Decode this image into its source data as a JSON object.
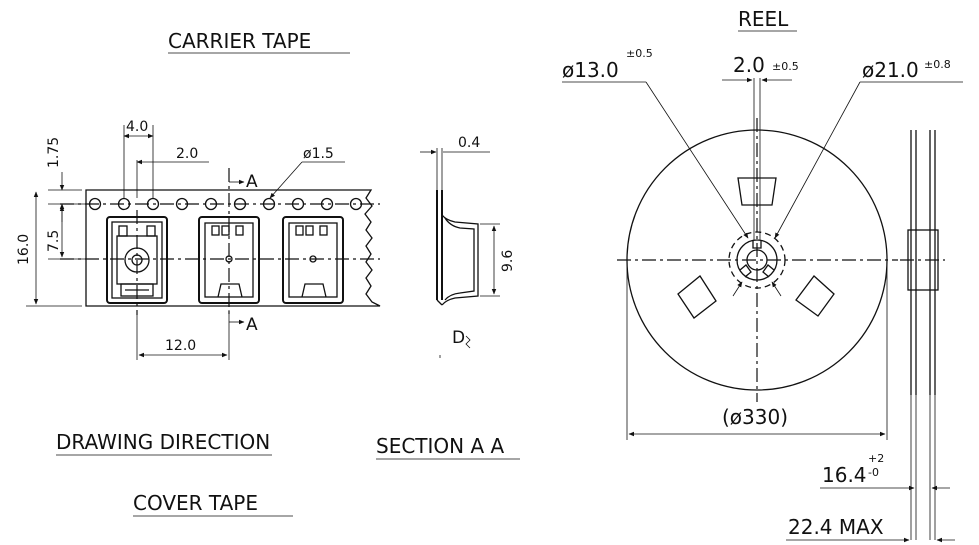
{
  "carrier_tape": {
    "title": "CARRIER TAPE",
    "dims": {
      "pitch_holes": "4.0",
      "hole_offset": "2.0",
      "hole_dia": "ø1.5",
      "edge_to_hole": "1.75",
      "width": "16.0",
      "center_line": "7.5",
      "pocket_pitch": "12.0",
      "section_mark_top": "A",
      "section_mark_bottom": "A"
    }
  },
  "section": {
    "thickness": "0.4",
    "depth": "9.6",
    "label_d": "D",
    "title": "SECTION A A"
  },
  "reel": {
    "title": "REEL",
    "hub_dia": "ø13.0",
    "hub_tol": "±0.5",
    "key_width": "2.0",
    "key_tol": "±0.5",
    "arbor_dia": "ø21.0",
    "arbor_tol": "±0.8",
    "outer_dia": "(ø330)",
    "inner_width": "16.4",
    "inner_tol_plus": "+2",
    "inner_tol_minus": "-0",
    "max_width": "22.4 MAX"
  },
  "notes": {
    "drawing_direction": "DRAWING DIRECTION",
    "cover_tape": "COVER TAPE"
  }
}
